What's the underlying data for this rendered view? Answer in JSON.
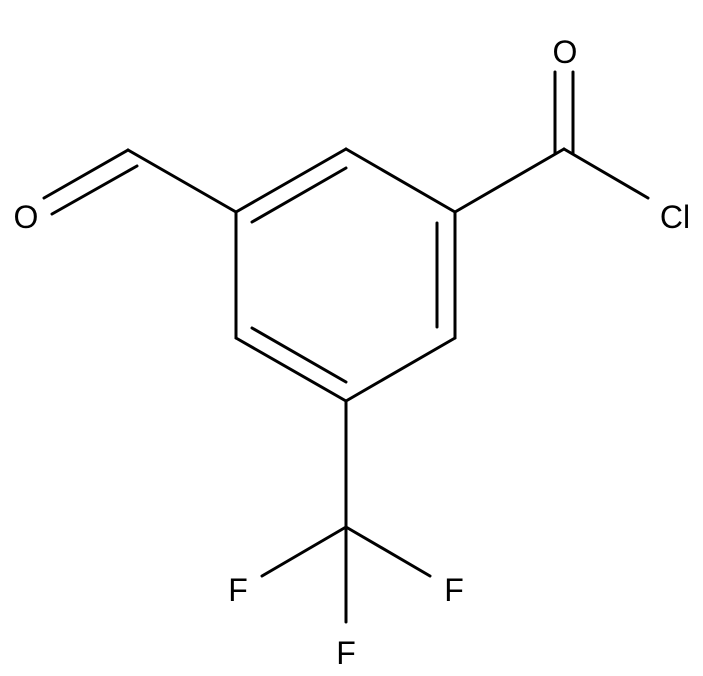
{
  "molecule": {
    "atoms": {
      "aldehyde_oxygen": "O",
      "carbonyl_oxygen": "O",
      "chlorine": "Cl",
      "fluorine_left": "F",
      "fluorine_right": "F",
      "fluorine_bottom": "F"
    }
  }
}
